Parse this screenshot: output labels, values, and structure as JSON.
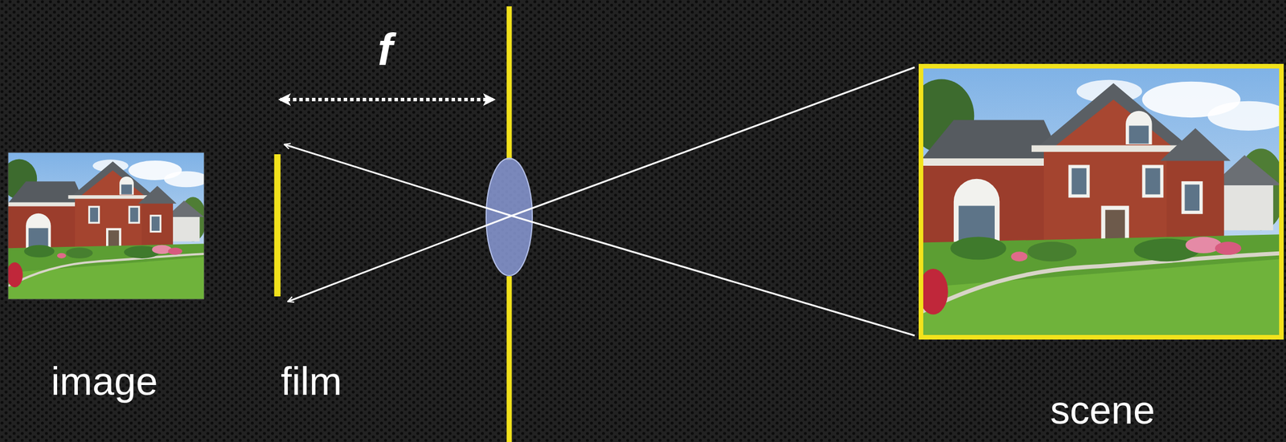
{
  "diagram": {
    "labels": [
      "f",
      "image",
      "film",
      "scene"
    ]
  }
}
